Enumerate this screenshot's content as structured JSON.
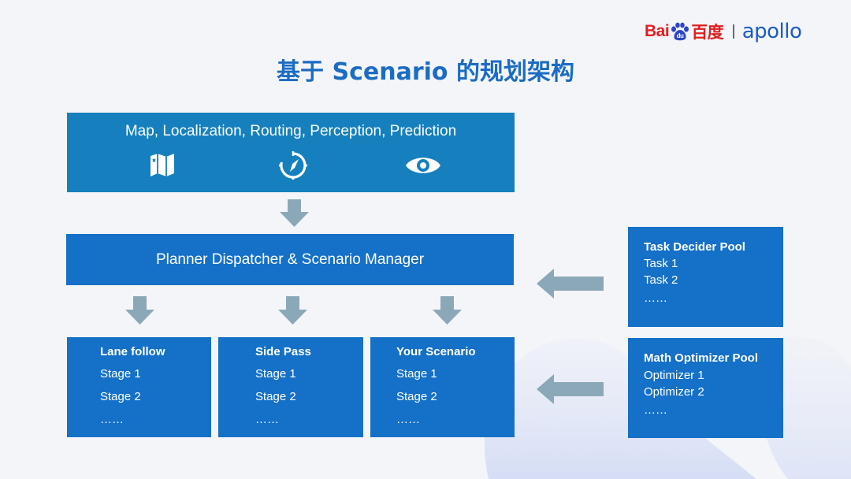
{
  "logo": {
    "baidu_left": "Bai",
    "baidu_du": "du",
    "baidu_cn": "百度",
    "apollo": "apollo"
  },
  "title": "基于 Scenario 的规划架构",
  "top_box": {
    "heading": "Map, Localization, Routing, Perception, Prediction",
    "icons": [
      "map-icon",
      "compass-icon",
      "eye-icon"
    ]
  },
  "dispatcher": {
    "label": "Planner Dispatcher & Scenario Manager"
  },
  "scenarios": [
    {
      "name": "Lane follow",
      "stages": [
        "Stage 1",
        "Stage 2",
        "……"
      ]
    },
    {
      "name": "Side Pass",
      "stages": [
        "Stage 1",
        "Stage 2",
        "……"
      ]
    },
    {
      "name": "Your Scenario",
      "stages": [
        "Stage 1",
        "Stage 2",
        "……"
      ]
    }
  ],
  "pools": [
    {
      "name": "Task Decider Pool",
      "items": [
        "Task 1",
        "Task 2",
        "……"
      ]
    },
    {
      "name": "Math Optimizer Pool",
      "items": [
        "Optimizer 1",
        "Optimizer 2",
        "……"
      ]
    }
  ],
  "colors": {
    "title": "#1b6cc3",
    "top_box": "#1580bd",
    "box": "#1570c8",
    "arrow": "#8ba8b8",
    "baidu_red": "#e02020",
    "baidu_blue": "#2a46c4",
    "apollo_blue": "#1a5dc7"
  }
}
